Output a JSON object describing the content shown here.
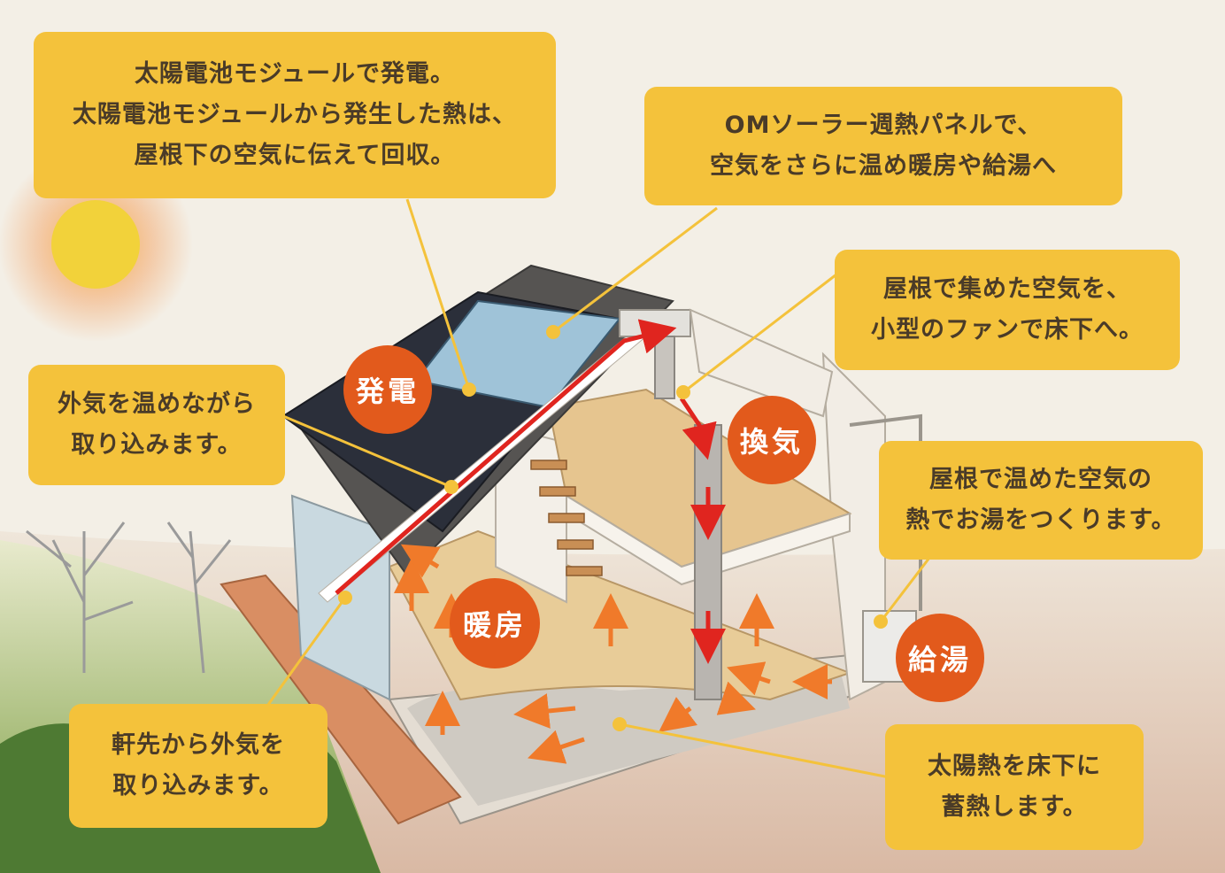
{
  "callouts": {
    "power_generation": [
      "太陽電池モジュールで発電。",
      "太陽電池モジュールから発生した熱は、",
      "屋根下の空気に伝えて回収。"
    ],
    "om_panel": [
      "OMソーラー週熱パネルで、",
      "空気をさらに温め暖房や給湯へ"
    ],
    "fan": [
      "屋根で集めた空気を、",
      "小型のファンで床下へ。"
    ],
    "intake_warm": [
      "外気を温めながら",
      "取り込みます。"
    ],
    "hot_water": [
      "屋根で温めた空気の",
      "熱でお湯をつくります。"
    ],
    "eaves_intake": [
      "軒先から外気を",
      "取り込みます。"
    ],
    "underfloor": [
      "太陽熱を床下に",
      "蓄熱します。"
    ]
  },
  "badges": {
    "power": "発電",
    "ventilation": "換気",
    "heating": "暖房",
    "water": "給湯"
  },
  "colors": {
    "callout": "#f4c23b",
    "badge": "#e25a1c",
    "arrow": "#f07a2a",
    "sun": "#f2d23a"
  }
}
